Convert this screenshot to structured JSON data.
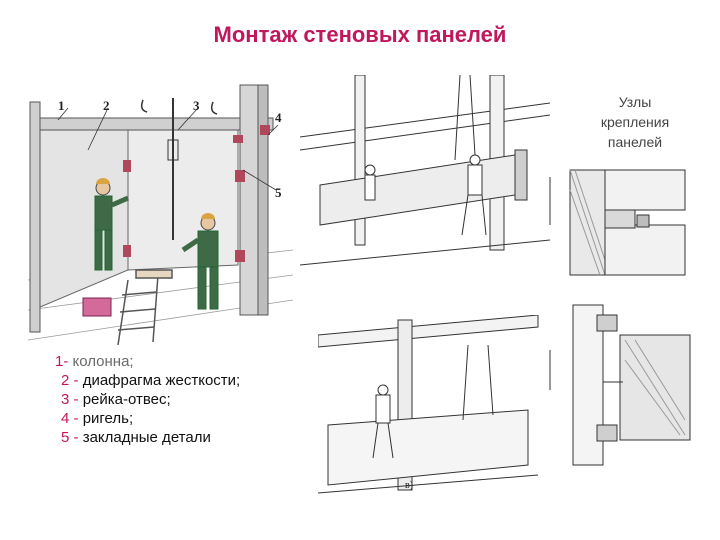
{
  "slide": {
    "title": "Монтаж стеновых панелей",
    "nodes_caption_line1": "Узлы",
    "nodes_caption_line2": "крепления",
    "nodes_caption_line3": "панелей"
  },
  "callouts": [
    "1",
    "2",
    "3",
    "4",
    "5"
  ],
  "legend": [
    {
      "num": "1-",
      "text": "колонна;"
    },
    {
      "num": "2 -",
      "text": "диафрагма   жесткости;"
    },
    {
      "num": "3 -",
      "text": "рейка-отвес;"
    },
    {
      "num": "4 -",
      "text": "ригель;"
    },
    {
      "num": "5 -",
      "text": "закладные   детали"
    }
  ],
  "figure_marks": {
    "bottom_fig_label": "в)"
  },
  "colors": {
    "title": "#c0175d",
    "legend_number": "#c0175d",
    "embed_parts": "#b0475a",
    "worker_clothes": "#3e6b45",
    "helmet": "#d9a441"
  }
}
